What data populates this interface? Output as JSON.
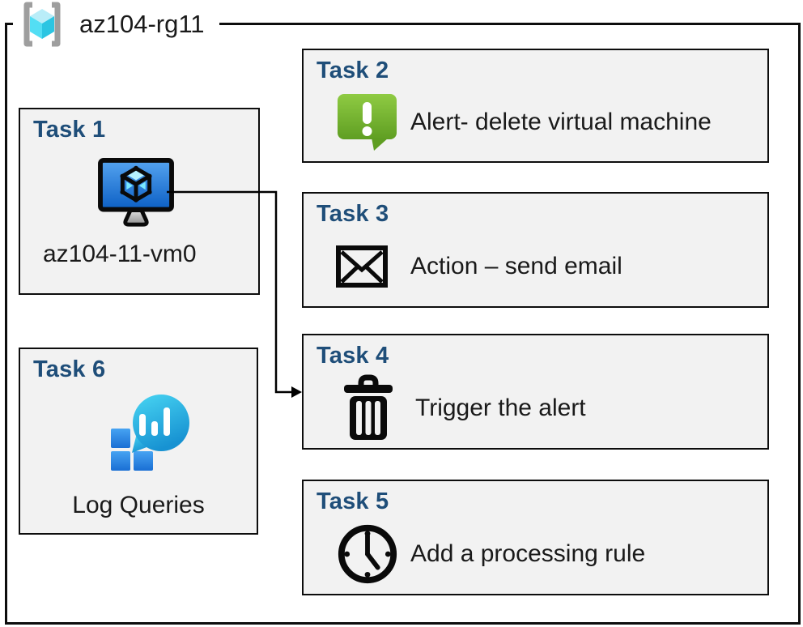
{
  "resource_group": {
    "label": "az104-rg11",
    "icon": "resource-group-icon"
  },
  "tasks": [
    {
      "title": "Task 1",
      "label": "az104-11-vm0",
      "icon": "virtual-machine-icon"
    },
    {
      "title": "Task 2",
      "label": "Alert- delete virtual machine",
      "icon": "alert-icon"
    },
    {
      "title": "Task 3",
      "label": "Action – send email",
      "icon": "email-icon"
    },
    {
      "title": "Task 4",
      "label": "Trigger the alert",
      "icon": "trash-icon"
    },
    {
      "title": "Task 5",
      "label": "Add a processing rule",
      "icon": "clock-icon"
    },
    {
      "title": "Task 6",
      "label": "Log Queries",
      "icon": "log-queries-icon"
    }
  ],
  "connector": {
    "from": "Task 1",
    "to": "Task 4",
    "style": "elbow-arrow"
  },
  "colors": {
    "task_title": "#1f4e79",
    "box_fill": "#f2f2f2",
    "box_border": "#0d0d0d",
    "alert_green": "#76b82a",
    "vm_blue": "#1b71d4",
    "log_teal": "#2bbde8",
    "rg_cyan": "#50e6ff",
    "bracket_gray": "#9e9e9e"
  }
}
